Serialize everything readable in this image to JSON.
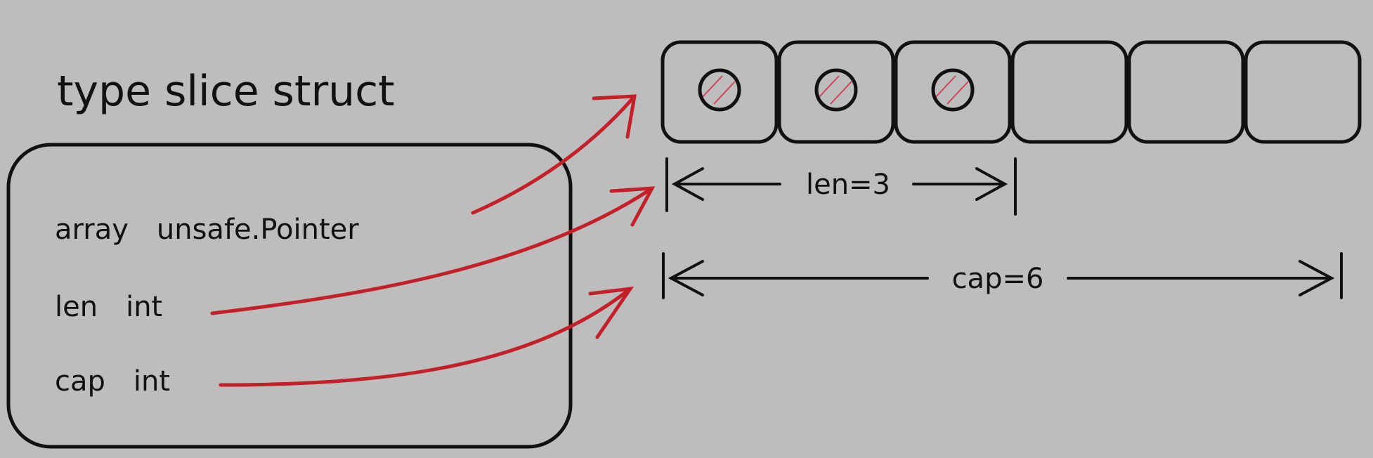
{
  "title": "type slice struct",
  "fields": [
    {
      "name": "array",
      "type": "unsafe.Pointer"
    },
    {
      "name": "len",
      "type": "int"
    },
    {
      "name": "cap",
      "type": "int"
    }
  ],
  "array": {
    "cells": 6,
    "filled": 3
  },
  "len_label": "len=3",
  "cap_label": "cap=6",
  "colors": {
    "background": "#bdbdbd",
    "ink": "#111111",
    "pointer": "#c42029",
    "hatch": "#d0455a"
  }
}
